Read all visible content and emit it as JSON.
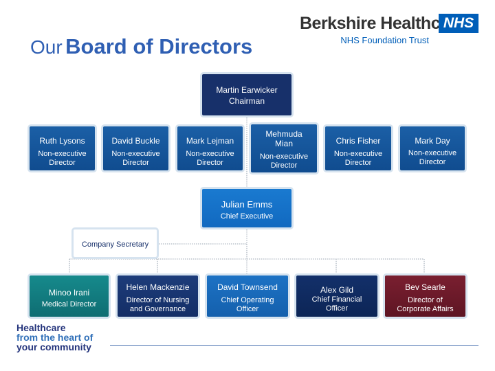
{
  "header": {
    "title_prefix": "Our",
    "title_main": "Board of Directors"
  },
  "logo": {
    "name": "Berkshire Healthcare",
    "badge": "NHS",
    "subtitle": "NHS Foundation Trust"
  },
  "chairman": {
    "name": "Martin Earwicker",
    "role": "Chairman"
  },
  "non_executive_directors": [
    {
      "name": "Ruth Lysons",
      "role": "Non-executive Director"
    },
    {
      "name": "David Buckle",
      "role": "Non-executive Director"
    },
    {
      "name": "Mark Lejman",
      "role": "Non-executive Director"
    },
    {
      "name": "Mehmuda Mian",
      "role": "Non-executive Director"
    },
    {
      "name": "Chris Fisher",
      "role": "Non-executive Director"
    },
    {
      "name": "Mark Day",
      "role": "Non-executive Director"
    }
  ],
  "chief_executive": {
    "name": "Julian Emms",
    "role": "Chief Executive"
  },
  "company_secretary": {
    "name": "Company Secretary"
  },
  "executive_directors": [
    {
      "name": "Minoo Irani",
      "role": "Medical Director"
    },
    {
      "name": "Helen Mackenzie",
      "role": "Director of Nursing and Governance"
    },
    {
      "name": "David Townsend",
      "role": "Chief Operating Officer"
    },
    {
      "name": "Alex Gild",
      "role": "Chief Financial Officer"
    },
    {
      "name": "Bev Searle",
      "role": "Director of Corporate Affairs"
    }
  ],
  "footer": {
    "line1": "Healthcare",
    "line2": "from the heart of",
    "line3": "your community"
  },
  "colors": {
    "chairman": "#17306a",
    "non_executive": "#1a5aa0",
    "chief_executive": "#1a73c8",
    "exec_teal": "#127a7e",
    "exec_navy": "#17336e",
    "exec_blue": "#1b67b8",
    "exec_darkblue": "#102a60",
    "exec_maroon": "#6e1a2a",
    "connector": "#9aa5b1"
  }
}
